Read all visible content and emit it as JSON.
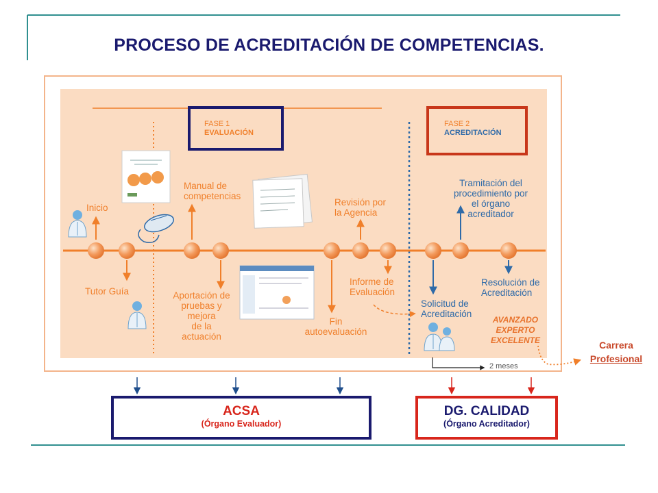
{
  "title": "PROCESO DE ACREDITACIÓN DE COMPETENCIAS.",
  "phase1": {
    "line1": "FASE 1",
    "line2": "EVALUACIÓN"
  },
  "phase2": {
    "line1": "FASE 2",
    "line2": "ACREDITACIÓN"
  },
  "steps": {
    "inicio": "Inicio",
    "tutor": "Tutor Guía",
    "manual": [
      "Manual de",
      "competencias"
    ],
    "aportacion": [
      "Aportación de",
      "pruebas y",
      "mejora",
      "de la",
      "actuación"
    ],
    "revision": [
      "Revisión por",
      "la Agencia"
    ],
    "informe": [
      "Informe de",
      "Evaluación"
    ],
    "fin": [
      "Fin",
      "autoevaluación"
    ],
    "tramitacion": [
      "Tramitación del",
      "procedimiento por",
      "el órgano",
      "acreditador"
    ],
    "resolucion": [
      "Resolución de",
      "Acreditación"
    ],
    "solicitud": [
      "Solicitud de",
      "Acreditación"
    ]
  },
  "levels": [
    "AVANZADO",
    "EXPERTO",
    "EXCELENTE"
  ],
  "duration": "2 meses",
  "carrera": {
    "line1": "Carrera",
    "line2": "Profesional"
  },
  "acsa": {
    "name": "ACSA",
    "role": "(Órgano Evaluador)"
  },
  "dgcalidad": {
    "name": "DG. CALIDAD",
    "role": "(Órgano Acreditador)"
  },
  "colors": {
    "navy": "#1a1a6e",
    "red": "#d8261c",
    "orange": "#f07f2a",
    "blue": "#2e6aa8",
    "teal": "#2f8f8f",
    "panel": "#fbdcc2"
  }
}
